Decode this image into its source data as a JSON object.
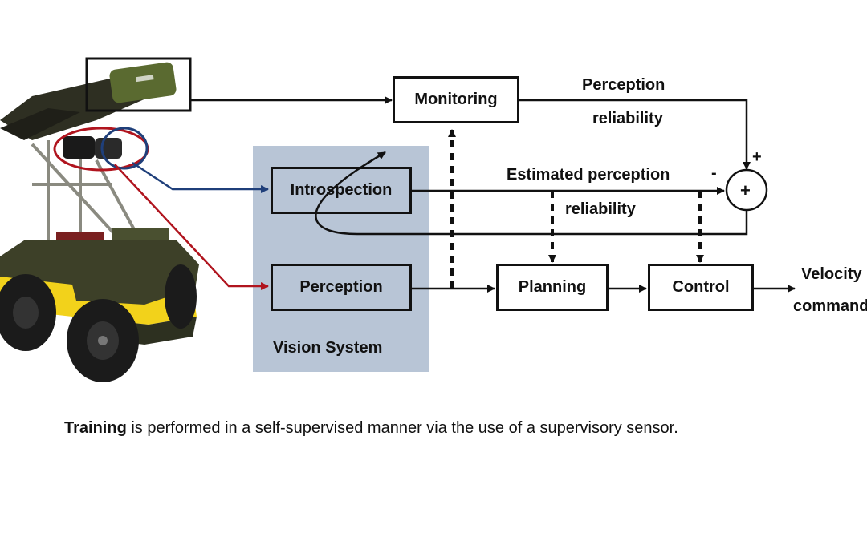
{
  "diagram": {
    "blocks": {
      "monitoring": "Monitoring",
      "introspection": "Introspection",
      "perception": "Perception",
      "planning": "Planning",
      "control": "Control"
    },
    "group_label": "Vision System",
    "edge_labels": {
      "perception_reliability_line1": "Perception",
      "perception_reliability_line2": "reliability",
      "estimated_reliability_line1": "Estimated perception",
      "estimated_reliability_line2": "reliability",
      "output_line1": "Velocity",
      "output_line2": "commands"
    },
    "summing_junction": {
      "symbol": "+",
      "input_plus_sign": "+",
      "input_minus_sign": "-"
    },
    "colors": {
      "vision_system_bg": "#b8c5d6",
      "supervisory_sensor_link": "#111111",
      "camera_introspection_link": "#1f3f7a",
      "camera_perception_link": "#b0141e",
      "robot_chassis": "#3d4028",
      "robot_accent": "#f2d21b"
    },
    "robot_image_alt": "robot"
  },
  "caption": {
    "bold": "Training",
    "rest": " is performed in a self-supervised manner via the use of a supervisory sensor."
  }
}
